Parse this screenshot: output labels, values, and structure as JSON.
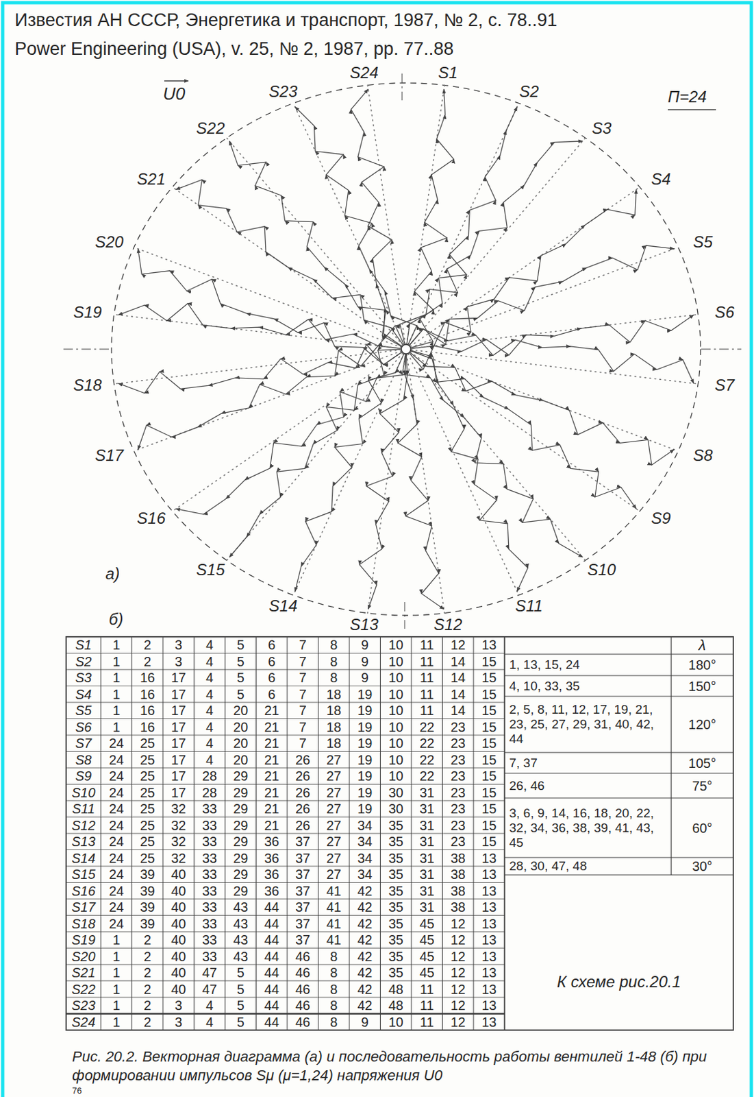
{
  "diagram": {
    "title": "Известия АН СССР, Энергетика и транспорт, 1987, № 2, с. 78..91",
    "caption": "Рис. 20.2. Векторная диаграмма (а) и последовательность работы вентилей 1-48 (б) при формировании импульсов Sμ (μ=1,24) напряжения U0",
    "labels": [
      "Power Engineering (USA), v. 25, № 2, 1987, pp. 77..88",
      "U0",
      "П=24",
      "S1",
      "S2",
      "S3",
      "S4",
      "S5",
      "S6",
      "S7",
      "S8",
      "S9",
      "S10",
      "S11",
      "S12",
      "S13",
      "S14",
      "S15",
      "S16",
      "S17",
      "S18",
      "S19",
      "S20",
      "S21",
      "S22",
      "S23",
      "S24",
      "а)",
      "б)",
      "S1",
      "1",
      "2",
      "3",
      "4",
      "5",
      "6",
      "7",
      "8",
      "9",
      "10",
      "11",
      "12",
      "13",
      "S2",
      "1",
      "2",
      "3",
      "4",
      "5",
      "6",
      "7",
      "8",
      "9",
      "10",
      "11",
      "14",
      "15",
      "S3",
      "1",
      "16",
      "17",
      "4",
      "5",
      "6",
      "7",
      "8",
      "9",
      "10",
      "11",
      "14",
      "15",
      "S4",
      "1",
      "16",
      "17",
      "4",
      "5",
      "6",
      "7",
      "18",
      "19",
      "10",
      "11",
      "14",
      "15",
      "S5",
      "1",
      "16",
      "17",
      "4",
      "20",
      "21",
      "7",
      "18",
      "19",
      "10",
      "11",
      "14",
      "15",
      "S6",
      "1",
      "16",
      "17",
      "4",
      "20",
      "21",
      "7",
      "18",
      "19",
      "10",
      "22",
      "23",
      "15",
      "S7",
      "24",
      "25",
      "17",
      "4",
      "20",
      "21",
      "7",
      "18",
      "19",
      "10",
      "22",
      "23",
      "15",
      "S8",
      "24",
      "25",
      "17",
      "4",
      "20",
      "21",
      "26",
      "27",
      "19",
      "10",
      "22",
      "23",
      "15",
      "S9",
      "24",
      "25",
      "17",
      "28",
      "29",
      "21",
      "26",
      "27",
      "19",
      "10",
      "22",
      "23",
      "15",
      "S10",
      "24",
      "25",
      "17",
      "28",
      "29",
      "21",
      "26",
      "27",
      "19",
      "30",
      "31",
      "23",
      "15",
      "S11",
      "24",
      "25",
      "32",
      "33",
      "29",
      "21",
      "26",
      "27",
      "19",
      "30",
      "31",
      "23",
      "15",
      "S12",
      "24",
      "25",
      "32",
      "33",
      "29",
      "21",
      "26",
      "27",
      "34",
      "35",
      "31",
      "23",
      "15",
      "S13",
      "24",
      "25",
      "32",
      "33",
      "29",
      "36",
      "37",
      "27",
      "34",
      "35",
      "31",
      "23",
      "15",
      "S14",
      "24",
      "25",
      "32",
      "33",
      "29",
      "36",
      "37",
      "27",
      "34",
      "35",
      "31",
      "38",
      "13",
      "S15",
      "24",
      "39",
      "40",
      "33",
      "29",
      "36",
      "37",
      "27",
      "34",
      "35",
      "31",
      "38",
      "13",
      "S16",
      "24",
      "39",
      "40",
      "33",
      "29",
      "36",
      "37",
      "41",
      "42",
      "35",
      "31",
      "38",
      "13",
      "S17",
      "24",
      "39",
      "40",
      "33",
      "43",
      "44",
      "37",
      "41",
      "42",
      "35",
      "31",
      "38",
      "13",
      "S18",
      "24",
      "39",
      "40",
      "33",
      "43",
      "44",
      "37",
      "41",
      "42",
      "35",
      "45",
      "12",
      "13",
      "S19",
      "1",
      "2",
      "40",
      "33",
      "43",
      "44",
      "37",
      "41",
      "42",
      "35",
      "45",
      "12",
      "13",
      "S20",
      "1",
      "2",
      "40",
      "33",
      "43",
      "44",
      "46",
      "8",
      "42",
      "35",
      "45",
      "12",
      "13",
      "S21",
      "1",
      "2",
      "40",
      "47",
      "5",
      "44",
      "46",
      "8",
      "42",
      "35",
      "45",
      "12",
      "13",
      "S22",
      "1",
      "2",
      "40",
      "47",
      "5",
      "44",
      "46",
      "8",
      "42",
      "48",
      "11",
      "12",
      "13",
      "S23",
      "1",
      "2",
      "3",
      "4",
      "5",
      "44",
      "46",
      "8",
      "42",
      "48",
      "11",
      "12",
      "13",
      "S24",
      "1",
      "2",
      "3",
      "4",
      "5",
      "44",
      "46",
      "8",
      "9",
      "10",
      "11",
      "12",
      "13",
      "λ",
      "1, 13, 15, 24",
      "180°",
      "4, 10, 33, 35",
      "150°",
      "2, 5, 8, 11, 12, 17, 19, 21, 23, 25, 27, 29, 31, 40, 42, 44",
      "120°",
      "7, 37",
      "105°",
      "26, 46",
      "75°",
      "3, 6, 9, 14, 16, 18, 20, 22, 32, 34, 36, 38, 39, 41, 43, 45",
      "60°",
      "28, 30, 47, 48",
      "30°",
      "К схеме рис.20.1",
      "76"
    ]
  }
}
